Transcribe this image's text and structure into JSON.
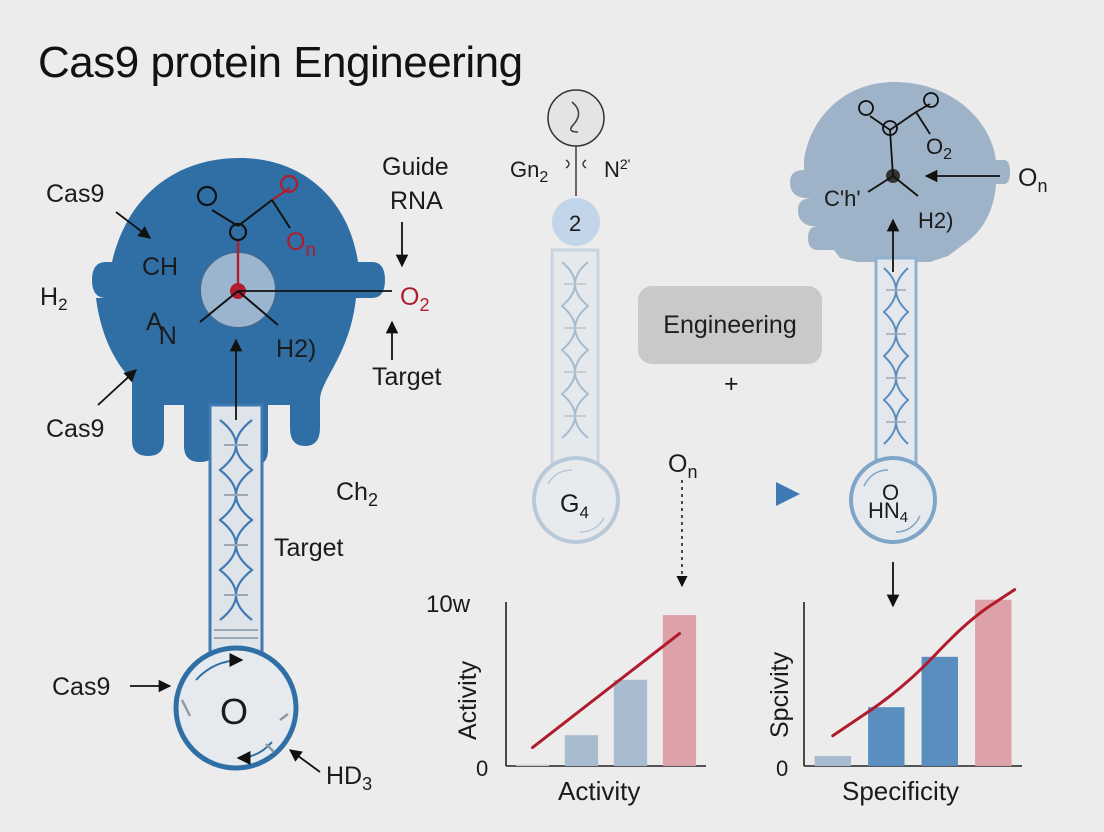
{
  "title": "Cas9 protein Engineering",
  "left_complex": {
    "label_cas9_top": "Cas9",
    "label_ch": "CH",
    "label_h2_left": "H",
    "label_h2_left_sub": "2",
    "label_an_sup": "A",
    "label_an": "N",
    "label_h2_right": "H",
    "label_h2_right_sub": "2)",
    "label_on": "O",
    "label_on_sub": "n",
    "label_o2": "O",
    "label_o2_sub": "2",
    "label_cas9_bottom": "Cas9",
    "label_guide": "Guide",
    "label_rna": "RNA",
    "label_target_top": "Target",
    "label_ch2": "Ch",
    "label_ch2_sub": "2",
    "label_target_mid": "Target",
    "label_cas9_loop": "Cas9",
    "label_loop_o": "O",
    "label_hd3": "HD",
    "label_hd3_sub": "3"
  },
  "middle_strand": {
    "label_ring": "2",
    "label_gn2": "Gn",
    "label_gn2_sub": "2",
    "label_n2": "N",
    "label_n2_sup": "2'",
    "label_loop": "G",
    "label_loop_sub": "4"
  },
  "engineering": {
    "box_label": "Engineering",
    "plus": "+",
    "on_label": "O",
    "on_sub": "n"
  },
  "right_complex": {
    "label_o2": "O",
    "label_o2_sub": "2",
    "label_ch": "C'h'",
    "label_h2": "H",
    "label_h2_sub": "2)",
    "label_on": "O",
    "label_on_sub": "n",
    "label_loop_o": "O",
    "label_loop_hn4": "HN",
    "label_loop_hn4_sub": "4"
  },
  "colors": {
    "cas9_blue": "#2f6fa6",
    "cas9_pale": "#9eb3c7",
    "accent_red": "#b01c2c",
    "bar_red": "#dda1a8",
    "bar_pale": "#a9bccf",
    "bar_blue": "#5a8ebf"
  },
  "chart_data": [
    {
      "type": "bar",
      "title": "",
      "xlabel": "Activity",
      "ylabel": "Activity",
      "ytick_top": "10w",
      "ytick_bottom": "0",
      "ylim": [
        0,
        10
      ],
      "values": [
        0.1,
        2.0,
        5.6,
        9.8
      ],
      "bar_colors": [
        "#c8d0d8",
        "#a9bccf",
        "#a9bccf",
        "#dda1a8"
      ],
      "trend": [
        [
          0,
          1.2
        ],
        [
          3,
          8.6
        ]
      ]
    },
    {
      "type": "bar",
      "title": "",
      "xlabel": "Specificity",
      "ylabel": "Spcivity",
      "ytick_bottom": "0",
      "ylim": [
        0,
        10
      ],
      "values": [
        0.6,
        3.5,
        6.5,
        9.9
      ],
      "bar_colors": [
        "#a9bccf",
        "#5a8ebf",
        "#5a8ebf",
        "#dda1a8"
      ],
      "trend": [
        [
          0,
          1.8
        ],
        [
          1.35,
          4.7
        ],
        [
          2.5,
          8.6
        ],
        [
          3.4,
          10.5
        ]
      ]
    }
  ]
}
